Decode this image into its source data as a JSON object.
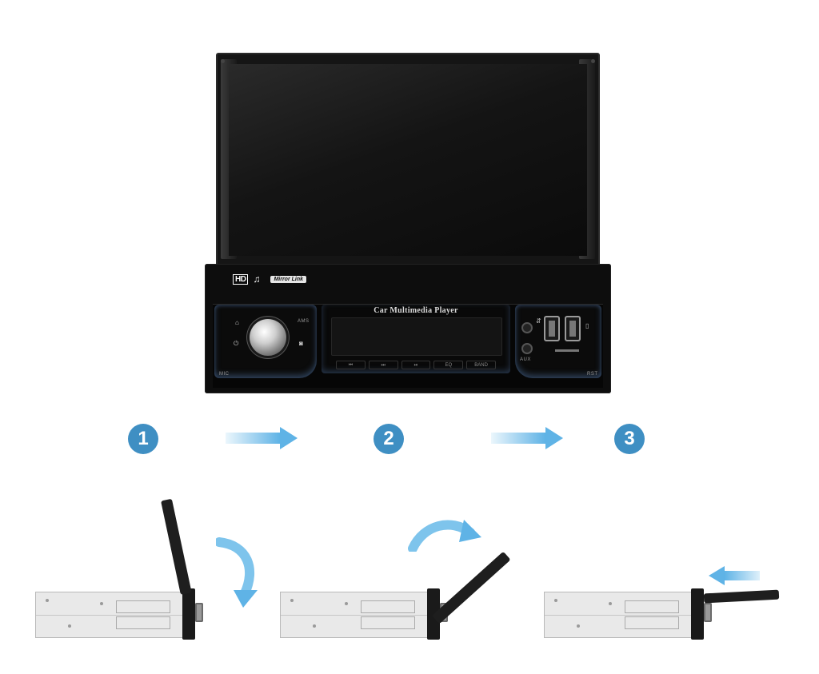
{
  "device": {
    "logos": {
      "hd": "HD",
      "mirror_link": "Mirror Link"
    },
    "faceplate": {
      "brand": "Car Multimedia Player",
      "left_labels": {
        "ams": "AMS",
        "mic": "MIC"
      },
      "right_labels": {
        "aux": "AUX",
        "rst": "RST"
      },
      "buttons": [
        "⏮",
        "⏭",
        "⏯",
        "EQ",
        "BAND"
      ]
    }
  },
  "steps": [
    {
      "number": "1"
    },
    {
      "number": "2"
    },
    {
      "number": "3"
    }
  ],
  "colors": {
    "step_circle": "#3f8fc3",
    "arrow": "#5fb3e6",
    "device": "#0d0d0d",
    "chassis": "#e9e9e9"
  }
}
